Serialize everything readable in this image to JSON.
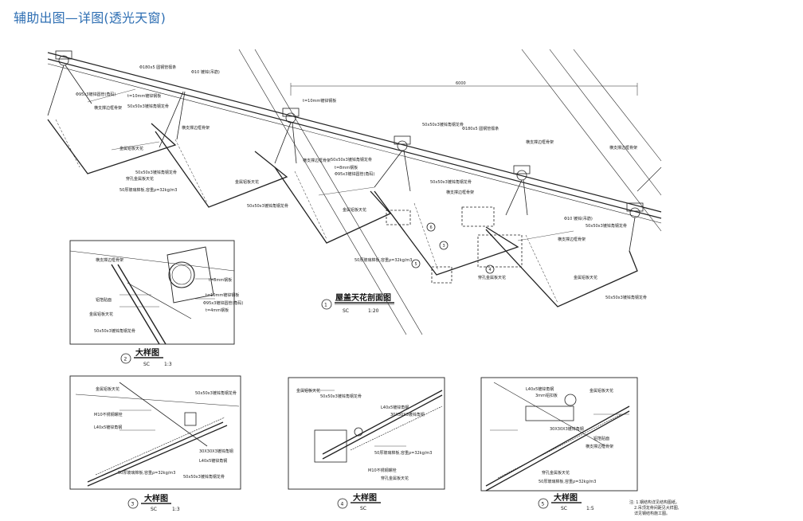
{
  "page": {
    "title": "辅助出图—详图(透光天窗)"
  },
  "drawing": {
    "main_section": {
      "number": "1",
      "title": "屋盖天花剖面图",
      "code": "SC",
      "scale": "1:20",
      "dimension": "6000"
    },
    "details": [
      {
        "number": "2",
        "title": "大样图",
        "code": "SC",
        "scale": "1:3"
      },
      {
        "number": "3",
        "title": "大样图",
        "code": "SC",
        "scale": "1:3"
      },
      {
        "number": "4",
        "title": "大样图",
        "code": "SC",
        "scale": ""
      },
      {
        "number": "5",
        "title": "大样图",
        "code": "SC",
        "scale": "1:5"
      }
    ],
    "callouts": [
      "6",
      "3",
      "4",
      "5"
    ],
    "labels": {
      "pipe_180": "Φ180x5 圆钢管檩条",
      "pipe_95": "Φ95x3镀锌圆管(角码)",
      "angle_50": "50x50x3镀锌角钢龙骨",
      "ang_50b": "50x50x3镀锌角钢龙骨",
      "glass_t10": "t=10mm镀锌钢板",
      "hanger": "Φ10 镀锌(吊筋)",
      "edge_keel": "横支撑边框骨架",
      "panel": "金属铝板天花",
      "perf": "穿孔金属板天花",
      "insul": "50厚玻璃棉板,容重ρ=32kg/m3",
      "foil": "铝箔贴面",
      "bolt": "M10不锈钢螺栓",
      "clip": "3mm铝扣板",
      "steel_l40": "L40x5镀锌角钢",
      "angle_30": "30X30X3镀锌角钢",
      "plate_t8": "t=8mm钢板",
      "plate_t4": "t=4mm钢板"
    },
    "notes": [
      "注: 1.钢结构详见结构图纸。",
      "2.吊顶龙骨间距见大样图,",
      "详见钢结构施工图。"
    ]
  }
}
